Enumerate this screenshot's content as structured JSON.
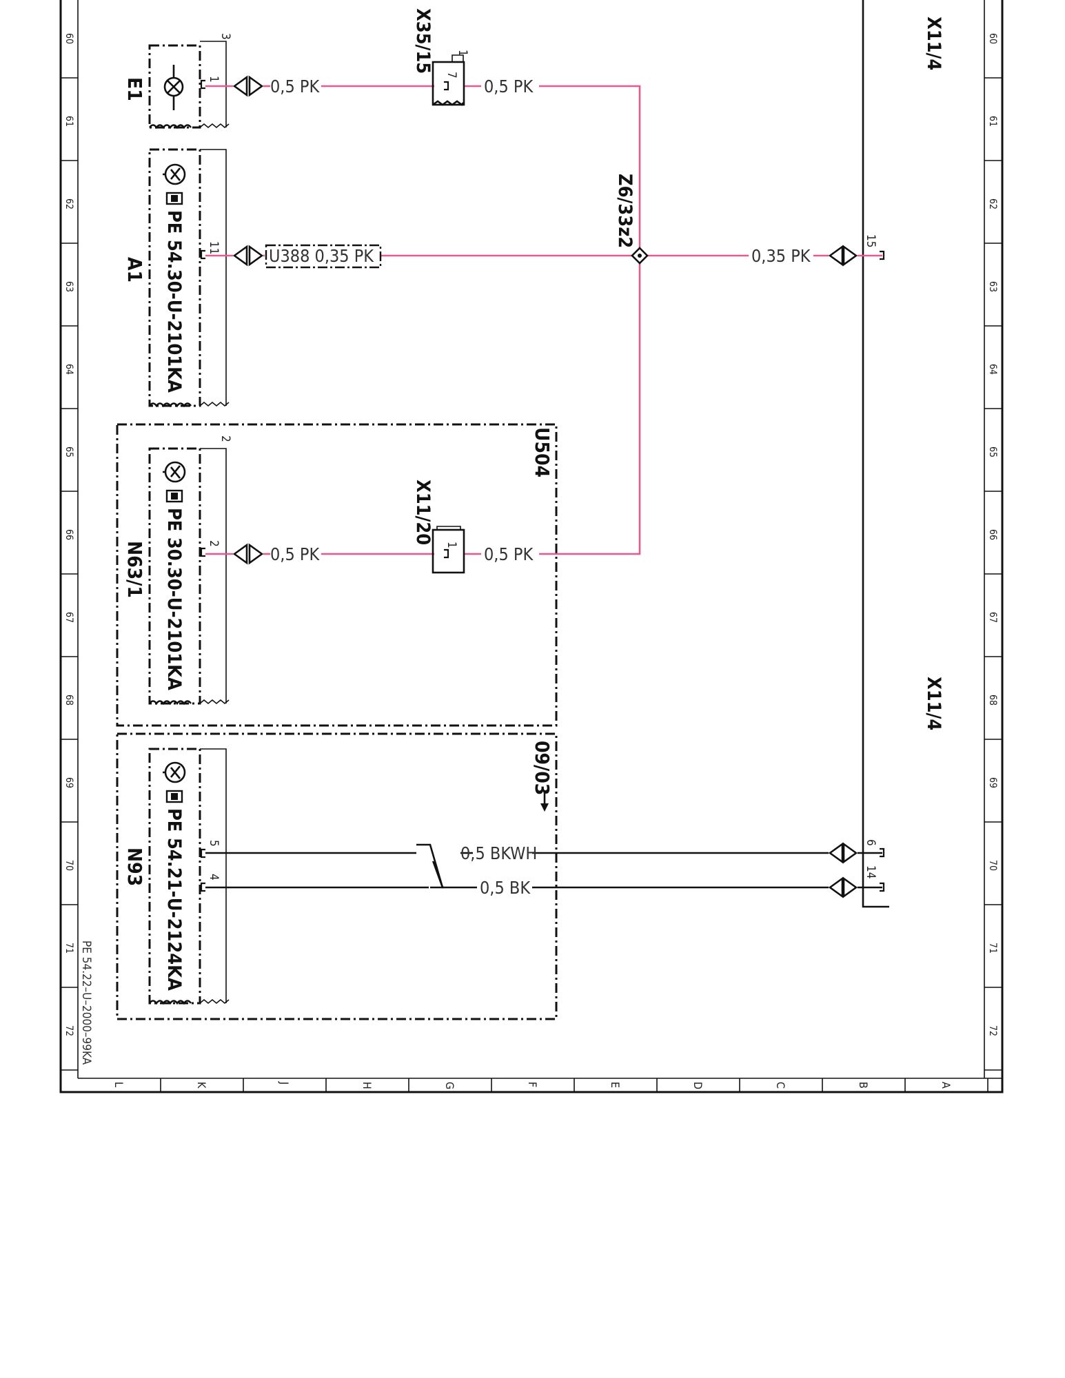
{
  "zone_numbers": [
    "60",
    "61",
    "62",
    "63",
    "64",
    "65",
    "66",
    "67",
    "68",
    "69",
    "70",
    "71",
    "72"
  ],
  "zone_letters": [
    "L",
    "K",
    "J",
    "H",
    "G",
    "F",
    "E",
    "D",
    "C",
    "B",
    "A"
  ],
  "drawing_number": "PE 54.22–U–2000–99KA",
  "components": {
    "e1": {
      "name": "E1",
      "pin_wire": "1",
      "pin_top": "3"
    },
    "a1": {
      "name": "A1",
      "code": "PE 54.30-U-2101KA",
      "pin_wire": "11"
    },
    "n63": {
      "name": "N63/1",
      "code": "PE 30.30-U-2101KA",
      "pin_wire": "2",
      "pin_top": "2"
    },
    "n93": {
      "name": "N93",
      "code": "PE 54.21-U-2124KA",
      "pin_a": "5",
      "pin_b": "4"
    }
  },
  "groups": {
    "u504": "U504",
    "note_0903": "09/03"
  },
  "connectors": {
    "x35_15": {
      "name": "X35/15",
      "pin": "7",
      "pin_top": "1"
    },
    "x11_20": {
      "name": "X11/20",
      "pin": "1"
    },
    "z6": {
      "name": "Z6/33z2"
    },
    "x11_4": {
      "name": "X11/4",
      "pin_a1": "15",
      "pin_n93a": "6",
      "pin_n93b": "14"
    }
  },
  "wires": {
    "e1_to_x35": "0,5 PK",
    "x35_to_bus": "0,5 PK",
    "a1_wire": "U388  0,35 PK",
    "z6_to_x11": "0,35 PK",
    "n63_to_x11_20": "0,5 PK",
    "x11_20_to_bus": "0,5 PK",
    "n93_wire_a": "0,5 BKWH",
    "n93_wire_b": "0,5 BK"
  },
  "colors": {
    "pink_wire": "#e8578d",
    "black_wire": "#111111"
  }
}
